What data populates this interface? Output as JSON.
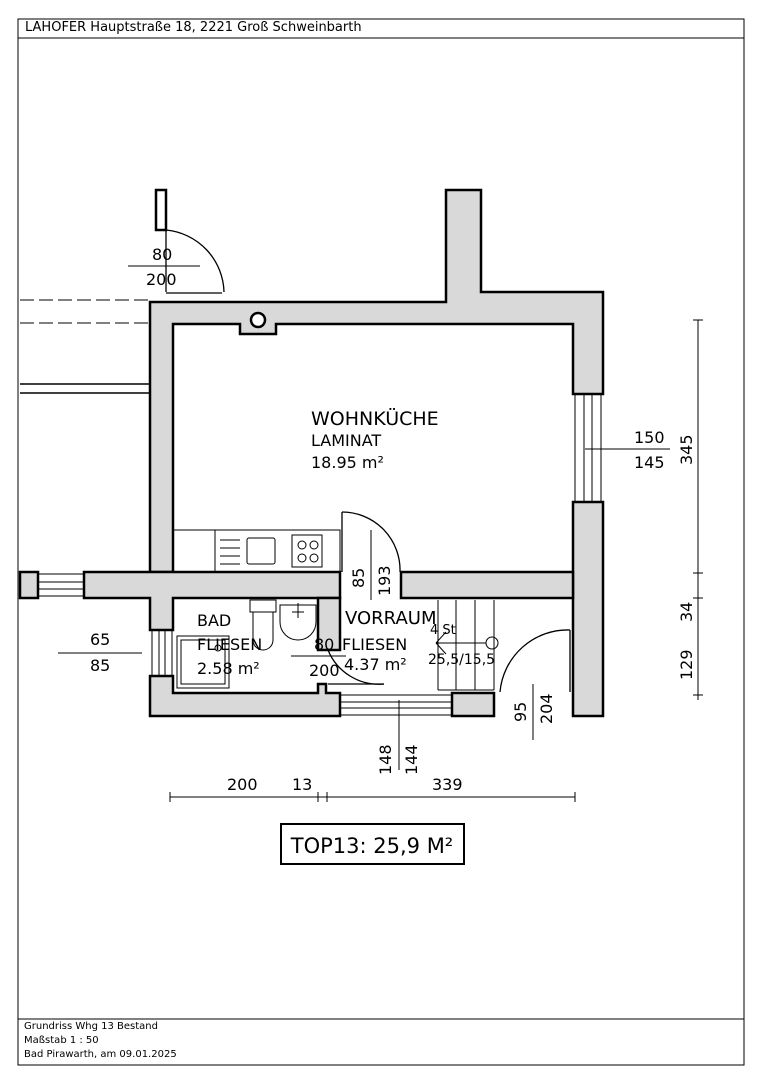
{
  "header": {
    "title": "LAHOFER Hauptstraße 18, 2221 Groß Schweinbarth"
  },
  "rooms": {
    "wohnkueche": {
      "name": "WOHNKÜCHE",
      "floor": "LAMINAT",
      "area": "18.95 m²"
    },
    "bad": {
      "name": "BAD",
      "floor": "FLIESEN",
      "area": "2.58 m²"
    },
    "vorraum": {
      "name": "VORRAUM",
      "floor": "FLIESEN",
      "area": "4.37 m²"
    }
  },
  "stairs": {
    "count": "4 St",
    "ratio": "25,5/15,5"
  },
  "openings": {
    "entrance_door": {
      "width": "80",
      "height": "200"
    },
    "kitchen_door": {
      "width": "85",
      "height": "193"
    },
    "bath_door": {
      "width": "80",
      "height": "200"
    },
    "entry_door": {
      "width": "95",
      "height": "204"
    },
    "bath_window": {
      "width": "65",
      "height": "85"
    },
    "kitchen_window": {
      "width": "150",
      "height": "145"
    },
    "vorraum_window": {
      "width": "148",
      "height": "144"
    }
  },
  "dimensions": {
    "bottom": [
      "200",
      "13",
      "339"
    ],
    "right": [
      "345",
      "129",
      "34"
    ]
  },
  "summary": {
    "label": "TOP13: 25,9 M²"
  },
  "footer": {
    "line1": "Grundriss Whg 13 Bestand",
    "line2": "Maßstab 1 : 50",
    "line3": "Bad Pirawarth, am 09.01.2025"
  }
}
